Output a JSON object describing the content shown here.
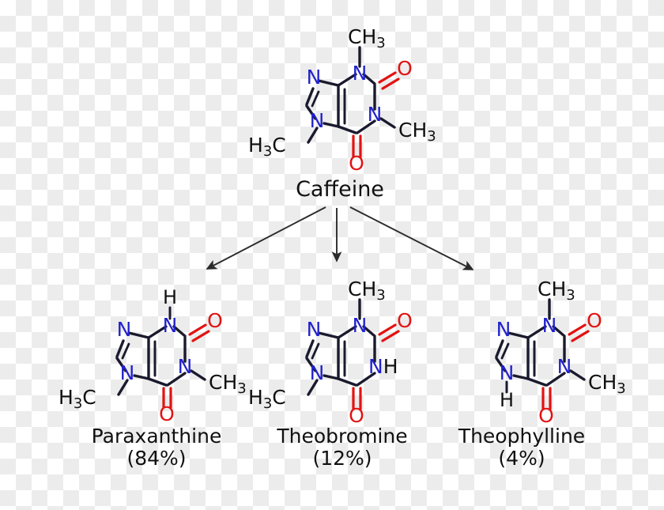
{
  "diagram": {
    "title_visible": false,
    "colors": {
      "nitrogen": "#2222CC",
      "oxygen": "#E21212",
      "carbon_bond": "#1a1a2e",
      "black_text": "#101010",
      "arrow": "#2b2b2b",
      "checker_light": "#ffffff",
      "checker_dark": "#ececec"
    }
  },
  "parent": {
    "name": "Caffeine",
    "labels": {
      "n3_methyl": "CH",
      "n3_methyl_sub": "3",
      "n1_methyl": "CH",
      "n1_methyl_sub": "3",
      "n7_methyl_h": "H",
      "n7_methyl_h_sub": "3",
      "n7_methyl_c": "C",
      "n_top": "N",
      "n_right": "N",
      "n_imid_top": "N",
      "n_imid_bottom": "N",
      "o_top": "O",
      "o_bottom": "O"
    }
  },
  "metabolites": [
    {
      "id": "paraxanthine",
      "name": "Paraxanthine",
      "percent": "(84%)",
      "substitutions": {
        "n1": "CH3",
        "n3": "H",
        "n7": "CH3"
      },
      "labels": {
        "n3_h": "H",
        "n3_n": "N",
        "n1_n": "N",
        "n1_methyl": "CH",
        "n1_methyl_sub": "3",
        "n7_n": "N",
        "n7_methyl_h": "H",
        "n7_methyl_h_sub": "3",
        "n7_methyl_c": "C",
        "n_imid_top": "N",
        "o_top": "O",
        "o_bottom": "O"
      }
    },
    {
      "id": "theobromine",
      "name": "Theobromine",
      "percent": "(12%)",
      "substitutions": {
        "n1": "H",
        "n3": "CH3",
        "n7": "CH3"
      },
      "labels": {
        "n3_n": "N",
        "n3_methyl": "CH",
        "n3_methyl_sub": "3",
        "n1_n": "N",
        "n1_h": "H",
        "n7_n": "N",
        "n7_methyl_h": "H",
        "n7_methyl_h_sub": "3",
        "n7_methyl_c": "C",
        "n_imid_top": "N",
        "o_top": "O",
        "o_bottom": "O"
      }
    },
    {
      "id": "theophylline",
      "name": "Theophylline",
      "percent": "(4%)",
      "substitutions": {
        "n1": "CH3",
        "n3": "CH3",
        "n7": "H"
      },
      "labels": {
        "n3_n": "N",
        "n3_methyl": "CH",
        "n3_methyl_sub": "3",
        "n1_n": "N",
        "n1_methyl": "CH",
        "n1_methyl_sub": "3",
        "n7_n": "N",
        "n7_h": "H",
        "n_imid_top": "N",
        "o_top": "O",
        "o_bottom": "O"
      }
    }
  ],
  "arrows": {
    "count": 3,
    "origin_label": "Caffeine",
    "targets": [
      "Paraxanthine",
      "Theobromine",
      "Theophylline"
    ]
  }
}
